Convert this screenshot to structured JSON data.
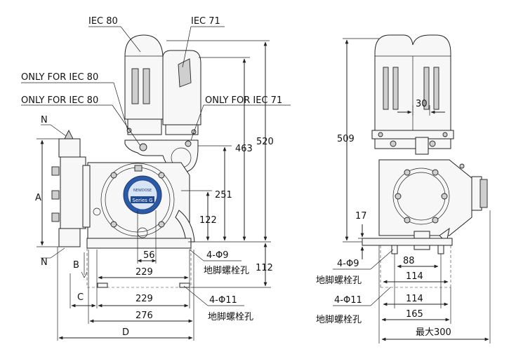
{
  "labels": {
    "iec80": "IEC 80",
    "iec71": "IEC 71",
    "only_iec80_a": "ONLY FOR IEC 80",
    "only_iec80_b": "ONLY FOR IEC 80",
    "only_iec71": "ONLY FOR IEC 71",
    "n_top": "N",
    "n_bottom": "N",
    "a": "A",
    "b": "B",
    "c": "C",
    "d": "D",
    "badge_brand": "NEWDOSE",
    "badge_text": "Series G"
  },
  "front": {
    "dim_520": "520",
    "dim_463": "463",
    "dim_251": "251",
    "dim_122": "122",
    "dim_56": "56",
    "dim_112": "112",
    "dim_229_a": "229",
    "dim_229_b": "229",
    "dim_276": "276",
    "hole_9": "4-Φ9",
    "hole_9_note": "地脚螺栓孔",
    "hole_11": "4-Φ11",
    "hole_11_note": "地脚螺栓孔"
  },
  "side": {
    "dim_509": "509",
    "dim_30": "30",
    "dim_17": "17",
    "dim_88": "88",
    "dim_114_a": "114",
    "dim_114_b": "114",
    "dim_165": "165",
    "dim_max300": "最大300",
    "hole_9": "4-Φ9",
    "hole_9_note": "地脚螺栓孔",
    "hole_11": "4-Φ11",
    "hole_11_note": "地脚螺栓孔"
  }
}
